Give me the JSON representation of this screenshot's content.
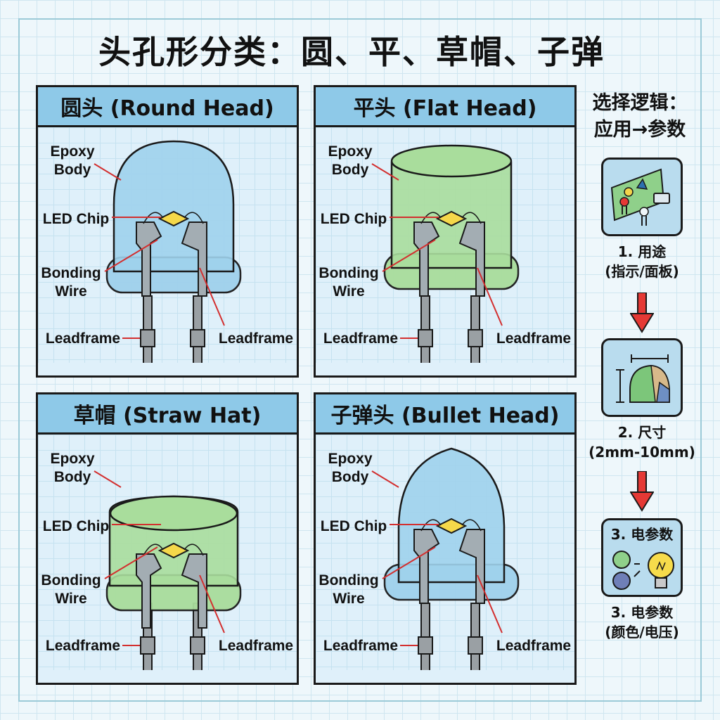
{
  "title": "头孔形分类：圆、平、草帽、子弹",
  "panels": [
    {
      "title": "圆头 (Round Head)",
      "epoxy": "Epoxy\nBody",
      "chip": "LED Chip",
      "wire": "Bonding\nWire",
      "lead_left": "Leadframe",
      "lead_right": "Leadframe",
      "color": "#9fd1ec"
    },
    {
      "title": "平头 (Flat Head)",
      "epoxy": "Epoxy\nBody",
      "chip": "LED Chip",
      "wire": "Bonding\nWire",
      "lead_left": "Leadframe",
      "lead_right": "Leadframe",
      "color": "#a9dd9c"
    },
    {
      "title": "草帽 (Straw Hat)",
      "epoxy": "Epoxy\nBody",
      "chip": "LED Chip",
      "wire": "Bonding\nWire",
      "lead_left": "Leadframe",
      "lead_right": "Leadframe",
      "color": "#a9dd9c"
    },
    {
      "title": "子弹头 (Bullet Head)",
      "epoxy": "Epoxy\nBody",
      "chip": "LED Chip",
      "wire": "Bonding\nWire",
      "lead_left": "Leadframe",
      "lead_right": "Leadframe",
      "color": "#9fd1ec"
    }
  ],
  "sidebar": {
    "title": "选择逻辑：\n应用→参数",
    "steps": [
      {
        "icon": "display-panel-icon",
        "caption": "1. 用途\n(指示/面板)"
      },
      {
        "icon": "dimension-icon",
        "caption": "2. 尺寸\n(2mm-10mm)"
      },
      {
        "icon": "bulb-icon",
        "box_label": "3. 电参数",
        "caption": "3. 电参数\n(颜色/电压)"
      }
    ]
  },
  "colors": {
    "blue_epoxy": "#9fd1ec",
    "green_epoxy": "#a9dd9c",
    "header": "#8ec9e8",
    "arrow": "#e53935",
    "chip": "#f5d84a"
  }
}
